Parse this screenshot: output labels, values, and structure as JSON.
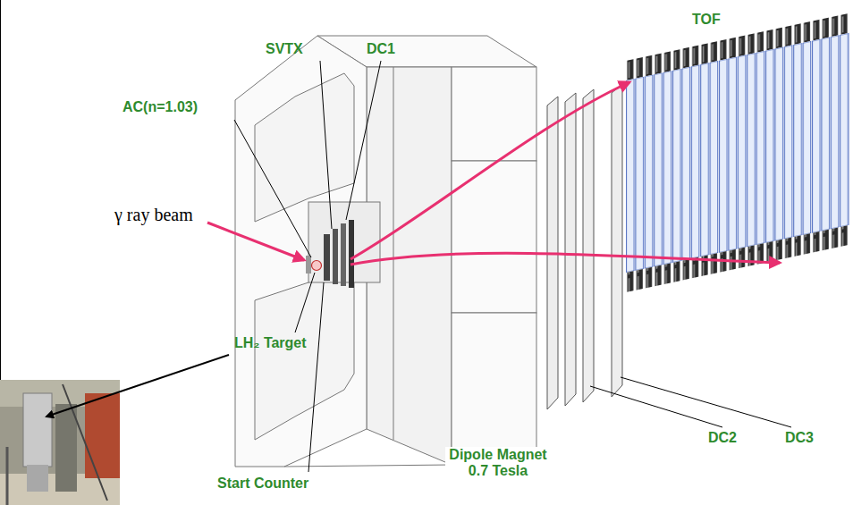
{
  "diagram": {
    "labels": [
      "SVTX",
      "DC1",
      "TOF",
      "AC(n=1.03)",
      "γ ray beam",
      "LH₂ Target",
      "Start Counter",
      "Dipole Magnet 0.7 Tesla",
      "DC2",
      "DC3"
    ]
  }
}
